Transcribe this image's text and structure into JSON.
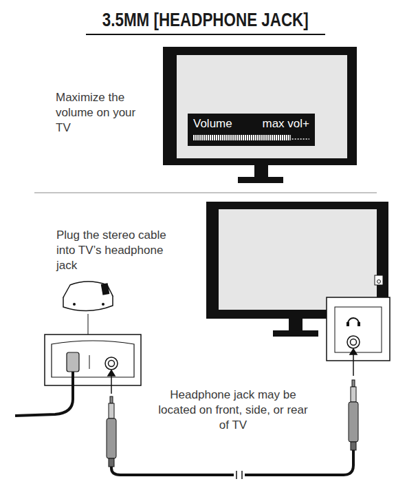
{
  "diagram": {
    "title": "3.5MM [HEADPHONE JACK]",
    "nodes": [
      {
        "text": [
          "Volume",
          "max vol+"
        ]
      }
    ],
    "labels": [
      "Maximize the volume on your TV",
      "Plug the stereo cable into TV’s headphone jack",
      "Headphone jack may be located on front, side, or rear of TV"
    ]
  }
}
